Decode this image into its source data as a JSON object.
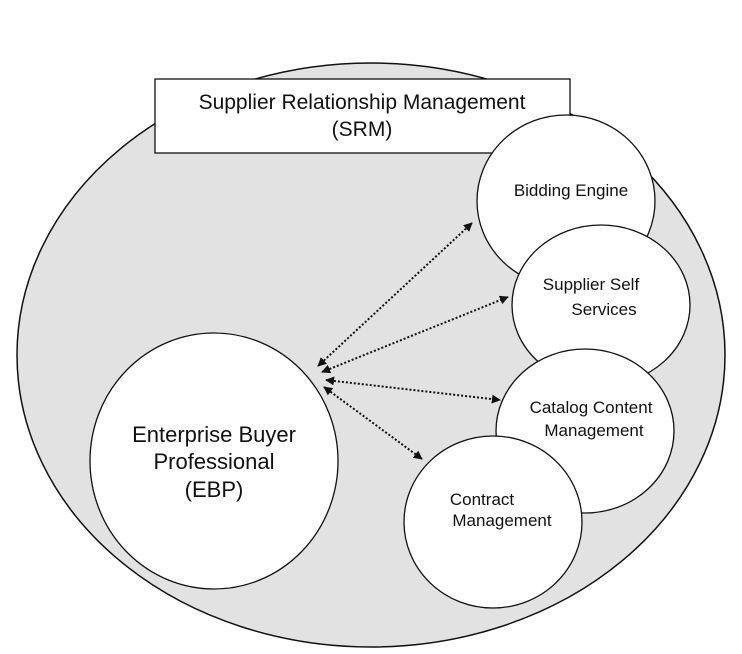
{
  "title_box": {
    "line1": "Supplier Relationship Management",
    "line2": "(SRM)"
  },
  "nodes": {
    "ebp": {
      "line1": "Enterprise Buyer",
      "line2": "Professional",
      "line3": "(EBP)"
    },
    "bidding": {
      "line1": "Bidding Engine"
    },
    "supplier_self": {
      "line1": "Supplier Self",
      "line2": "Services"
    },
    "catalog": {
      "line1": "Catalog Content",
      "line2": "Management"
    },
    "contract": {
      "line1": "Contract",
      "line2": "Management"
    }
  },
  "colors": {
    "outer_fill": "#e2e2e2",
    "stroke": "#111111",
    "node_fill": "#ffffff"
  }
}
